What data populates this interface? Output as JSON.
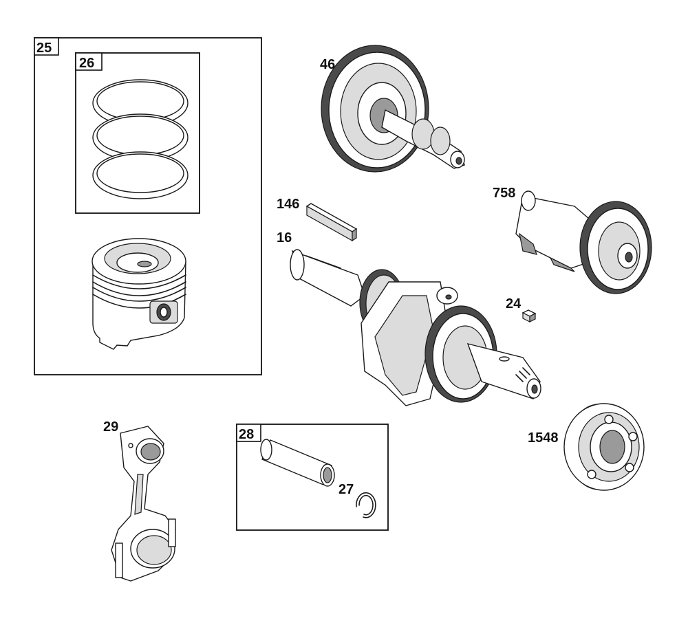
{
  "labels": {
    "box_25": "25",
    "box_26": "26",
    "box_28": "28",
    "camshaft": "46",
    "key_146": "146",
    "crankshaft": "16",
    "balance_shaft": "758",
    "key_24": "24",
    "connecting_rod": "29",
    "retainer_clip": "27",
    "bearing": "1548"
  }
}
